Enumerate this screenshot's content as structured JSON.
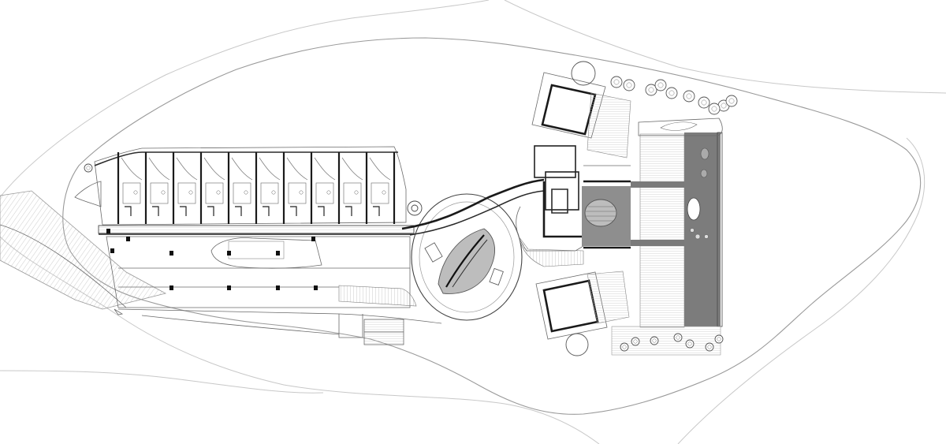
{
  "colors": {
    "background": "#ffffff",
    "contour_line": "#c8c8c8",
    "wall": "#1a1a1a",
    "courtyard_fill": "#8e8e8e",
    "tree_outline": "#555555"
  },
  "plan": {
    "guest_room_units": 10,
    "trees_ne": 10,
    "trees_sw_garden": 7
  }
}
